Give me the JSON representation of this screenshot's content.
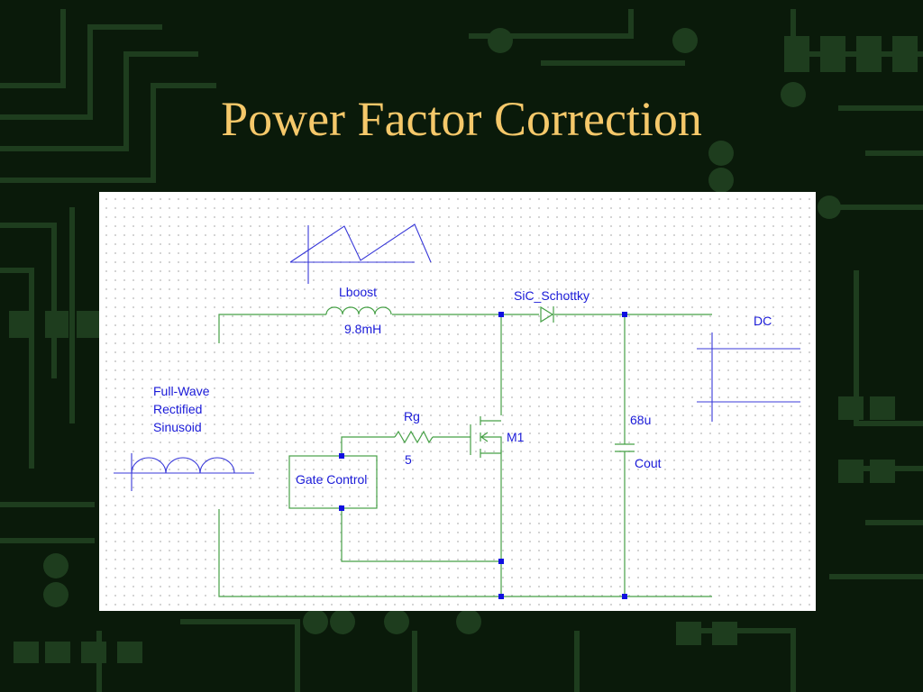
{
  "slide": {
    "title": "Power Factor Correction"
  },
  "diagram": {
    "inductor": {
      "name": "Lboost",
      "value": "9.8mH"
    },
    "diode": {
      "name": "SiC_Schottky"
    },
    "source": {
      "line1": "Full-Wave",
      "line2": "Rectified",
      "line3": "Sinusoid"
    },
    "resistor": {
      "name": "Rg",
      "value": "5"
    },
    "mosfet": {
      "name": "M1"
    },
    "gate_control": {
      "label": "Gate Control"
    },
    "capacitor": {
      "name": "Cout",
      "value": "68u"
    },
    "output": {
      "label": "DC"
    }
  },
  "colors": {
    "background": "#0a1a0a",
    "title": "#f5c86a",
    "wire": "#46a046",
    "label": "#1a1ad8",
    "node": "#1010e0",
    "annotation": "#3838d8"
  }
}
